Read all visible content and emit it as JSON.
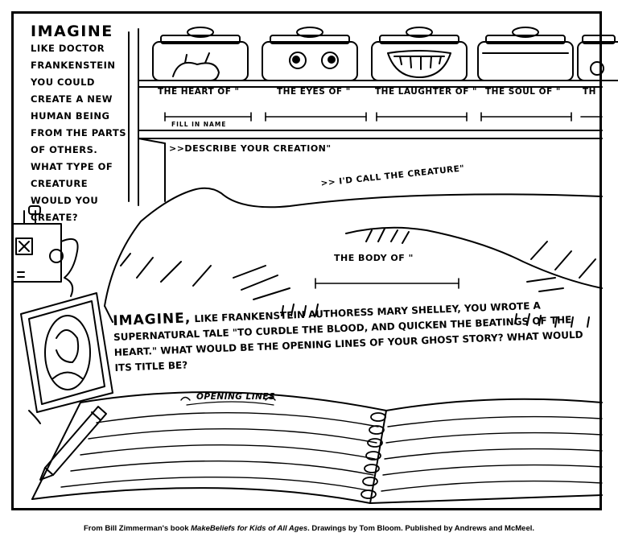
{
  "imagine_intro": {
    "title": "IMAGINE",
    "body": "LIKE DOCTOR FRANKENSTEIN YOU COULD CREATE A NEW HUMAN BEING FROM THE PARTS OF OTHERS. WHAT TYPE OF CREATURE WOULD YOU CREATE?"
  },
  "jars": [
    {
      "label": "THE HEART OF \""
    },
    {
      "label": "THE EYES OF \""
    },
    {
      "label": "THE LAUGHTER OF \""
    },
    {
      "label": "THE SOUL OF \""
    },
    {
      "label": "TH"
    }
  ],
  "fill_in_name": "FILL IN NAME",
  "describe_prompt": ">>DESCRIBE YOUR CREATION\"",
  "creature_name_prompt": ">> I'D CALL THE CREATURE\"",
  "body_prompt": "THE BODY OF \"",
  "story_prompt": {
    "lead": "IMAGINE,",
    "text": " LIKE FRANKENSTEIN AUTHORESS MARY SHELLEY, YOU WROTE A SUPERNATURAL TALE \"TO CURDLE THE BLOOD, AND QUICKEN THE BEATINGS OF THE HEART.\" WHAT WOULD BE THE OPENING LINES OF YOUR GHOST STORY? WHAT WOULD ITS TITLE BE?"
  },
  "notebook_heading": "OPENING LINES",
  "credit": {
    "prefix": "From Bill Zimmerman's book ",
    "book": "MakeBeliefs for Kids of All Ages",
    "suffix": ". Drawings by Tom Bloom. Published by Andrews and McMeel."
  }
}
